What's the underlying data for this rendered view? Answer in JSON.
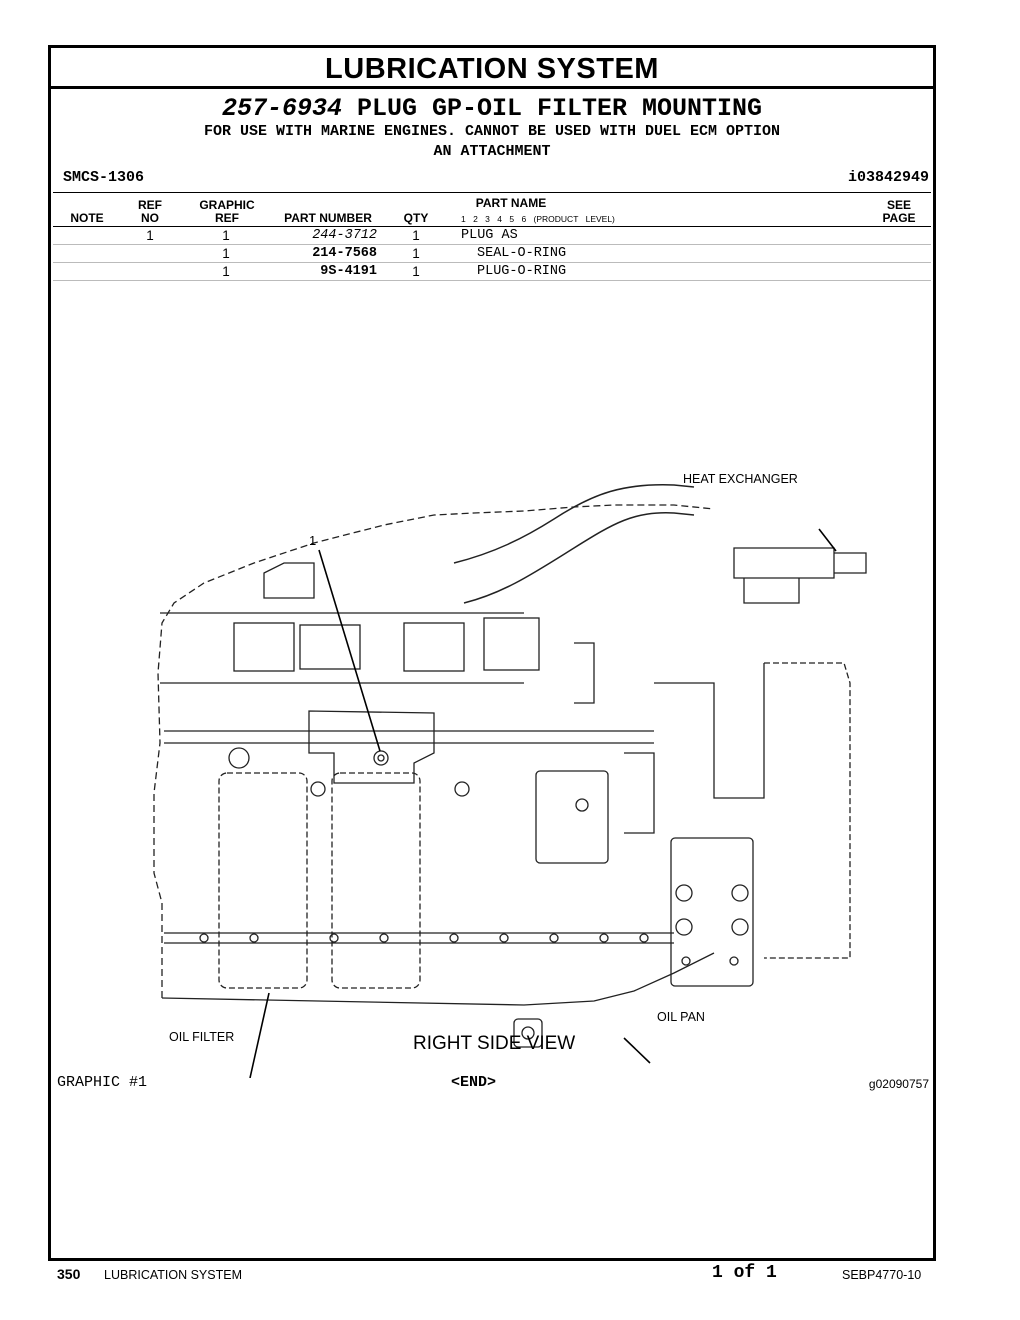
{
  "section_title": "LUBRICATION SYSTEM",
  "group": {
    "part_number": "257-6934",
    "name": "PLUG GP-OIL FILTER MOUNTING",
    "note_line1": "FOR USE WITH MARINE ENGINES. CANNOT BE USED WITH DUEL ECM OPTION",
    "note_line2": "AN ATTACHMENT"
  },
  "smcs": "SMCS-1306",
  "info_id": "i03842949",
  "table_headers": {
    "note": "NOTE",
    "ref_top": "REF",
    "ref_bottom": "NO",
    "graphic_top": "GRAPHIC",
    "graphic_bottom": "REF",
    "part_number": "PART NUMBER",
    "qty": "QTY",
    "part_name": "PART NAME",
    "levels": "1 2 3 4 5 6 (PRODUCT LEVEL)",
    "see_top": "SEE",
    "see_bottom": "PAGE"
  },
  "parts": [
    {
      "ref_no": "1",
      "graphic_ref": "1",
      "part_number": "244-3712",
      "qty": "1",
      "name": "PLUG AS"
    },
    {
      "ref_no": "",
      "graphic_ref": "1",
      "part_number": "214-7568",
      "qty": "1",
      "name": "SEAL-O-RING"
    },
    {
      "ref_no": "",
      "graphic_ref": "1",
      "part_number": "9S-4191",
      "qty": "1",
      "name": "PLUG-O-RING"
    }
  ],
  "graphic": {
    "callout": "1",
    "label_heat_exchanger": "HEAT EXCHANGER",
    "label_oil_filter": "OIL FILTER",
    "label_oil_pan": "OIL PAN",
    "view_title": "RIGHT SIDE VIEW",
    "graphic_label": "GRAPHIC #1",
    "end_label": "<END>",
    "graphic_id": "g02090757"
  },
  "footer": {
    "page_number": "350",
    "section": "LUBRICATION SYSTEM",
    "page_of": "1 of 1",
    "doc_id": "SEBP4770-10"
  }
}
